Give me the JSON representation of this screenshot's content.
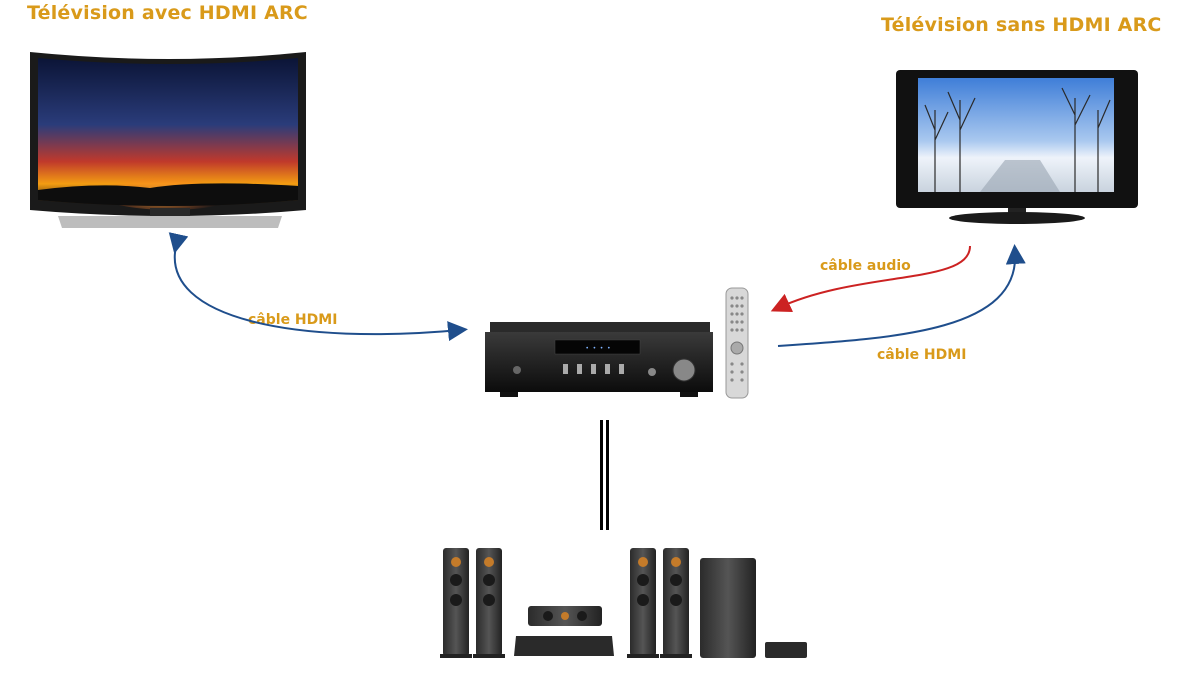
{
  "titles": {
    "left_tv": "Télévision avec HDMI ARC",
    "right_tv": "Télévision sans HDMI ARC"
  },
  "labels": {
    "left_hdmi": "câble HDMI",
    "right_audio": "câble audio",
    "right_hdmi": "câble HDMI"
  },
  "colors": {
    "title": "#d99a1a",
    "hdmi_arrow": "#1f4e8c",
    "audio_arrow": "#cc2222"
  }
}
